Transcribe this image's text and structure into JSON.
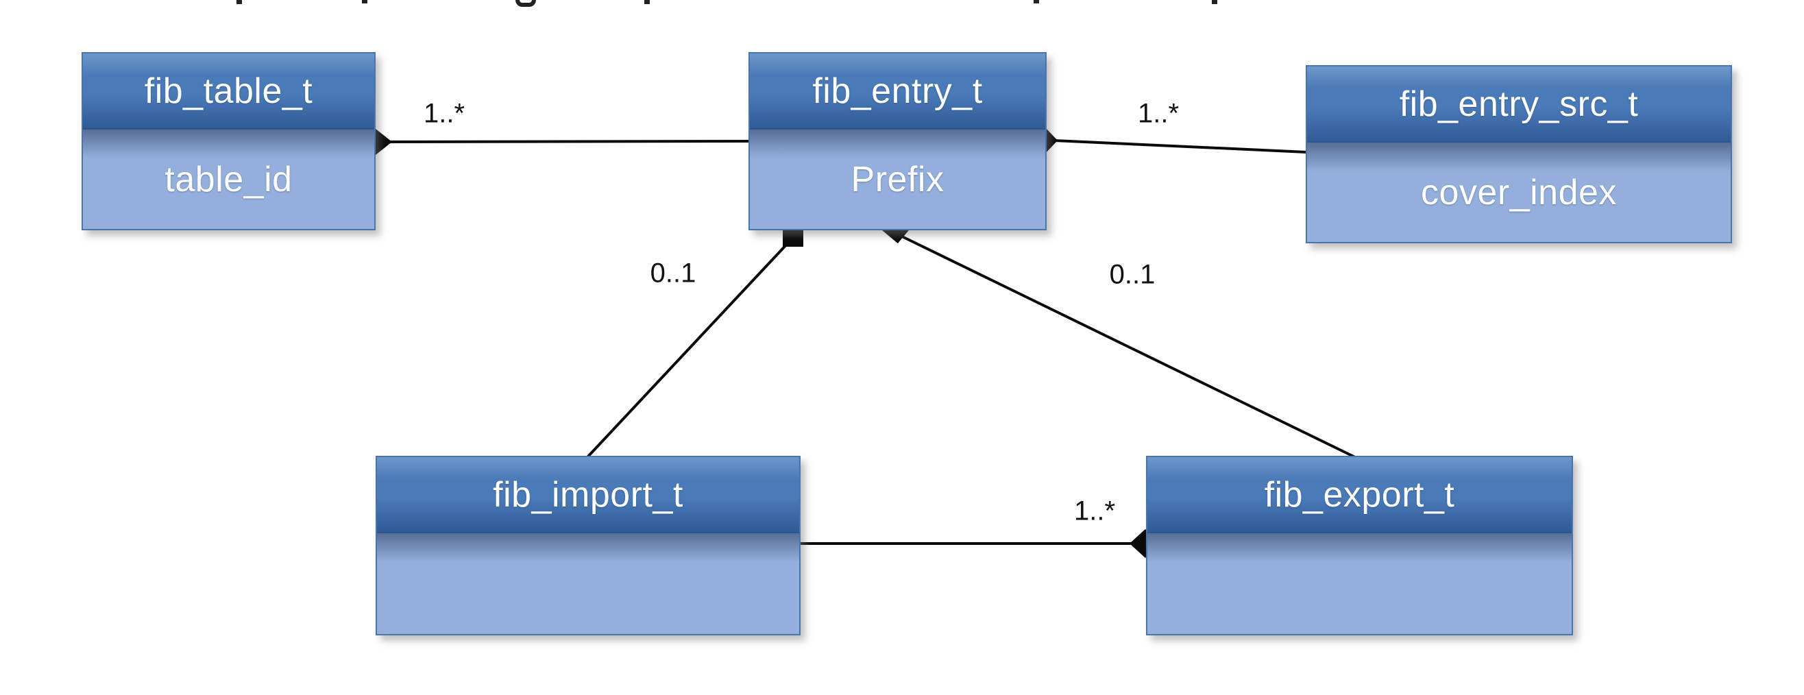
{
  "diagram": {
    "type": "uml-class-diagram",
    "classes": [
      {
        "id": "fib_table_t",
        "title": "fib_table_t",
        "attribute": "table_id"
      },
      {
        "id": "fib_entry_t",
        "title": "fib_entry_t",
        "attribute": "Prefix"
      },
      {
        "id": "fib_entry_src_t",
        "title": "fib_entry_src_t",
        "attribute": "cover_index"
      },
      {
        "id": "fib_import_t",
        "title": "fib_import_t",
        "attribute": ""
      },
      {
        "id": "fib_export_t",
        "title": "fib_export_t",
        "attribute": ""
      }
    ],
    "relations": [
      {
        "from": "fib_table_t",
        "to": "fib_entry_t",
        "type": "composition",
        "multiplicity": "1..*"
      },
      {
        "from": "fib_entry_t",
        "to": "fib_entry_src_t",
        "type": "composition",
        "multiplicity": "1..*"
      },
      {
        "from": "fib_entry_t",
        "to": "fib_import_t",
        "type": "composition",
        "multiplicity": "0..1"
      },
      {
        "from": "fib_entry_t",
        "to": "fib_export_t",
        "type": "composition",
        "multiplicity": "0..1"
      },
      {
        "from": "fib_import_t",
        "to": "fib_export_t",
        "type": "composition",
        "multiplicity": "1..*"
      }
    ],
    "colors": {
      "background": "#ffffff",
      "header_top": "#6f97c9",
      "header_mid": "#4a7ab7",
      "header_bottom": "#2f5b96",
      "header_divider": "#2c568f",
      "body": "#94afdc",
      "border": "#4a74ad",
      "line": "#0a0a0a",
      "title_text": "#ffffff",
      "label_text": "#111111"
    }
  }
}
